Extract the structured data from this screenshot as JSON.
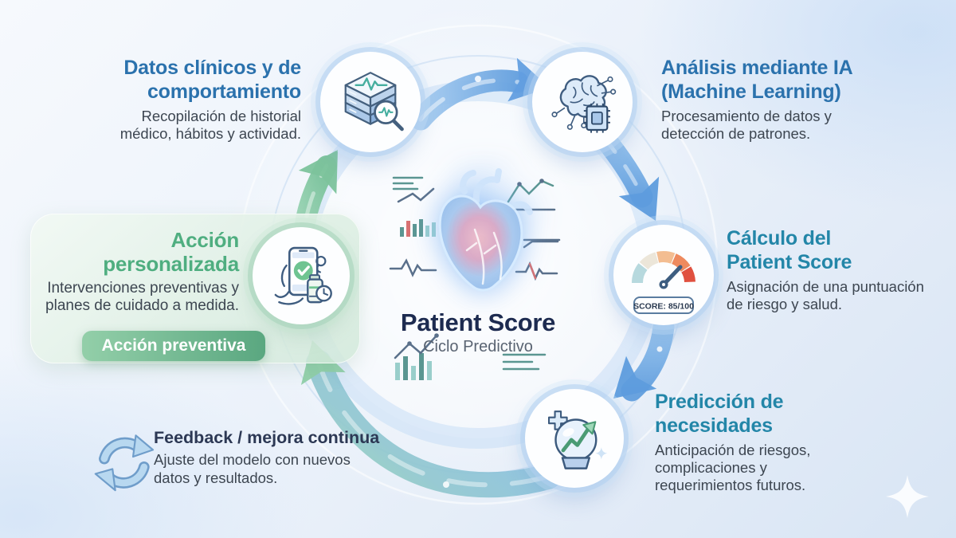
{
  "center": {
    "title": "Patient Score",
    "subtitle": "Ciclo Predictivo",
    "icon": "heart-icon"
  },
  "steps": {
    "datos": {
      "title_lines": [
        "Datos clínicos y de",
        "comportamiento"
      ],
      "desc_lines": [
        "Recopilación de historial",
        "médico, hábitos y actividad."
      ],
      "icon": "database-search-icon"
    },
    "analisis": {
      "title_lines": [
        "Análisis mediante IA",
        "(Machine Learning)"
      ],
      "desc_lines": [
        "Procesamiento de datos y",
        "detección de patrones."
      ],
      "icon": "brain-chip-icon"
    },
    "calculo": {
      "title_lines": [
        "Cálculo del",
        "Patient Score"
      ],
      "desc_lines": [
        "Asignación de una puntuación",
        "de riesgo y salud."
      ],
      "icon": "gauge-icon",
      "score_label": "SCORE: 85/100"
    },
    "prediccion": {
      "title_lines": [
        "Predicción de",
        "necesidades"
      ],
      "desc_lines": [
        "Anticipación de riesgos,",
        "complicaciones y",
        "requerimientos futuros."
      ],
      "icon": "crystal-ball-icon"
    },
    "accion": {
      "title_lines": [
        "Acción",
        "personalizada"
      ],
      "desc_lines": [
        "Intervenciones preventivas y",
        "planes de cuidado a medida."
      ],
      "badge": "Acción preventiva",
      "icon": "phone-check-icon"
    },
    "feedback": {
      "title": "Feedback / mejora continua",
      "desc_lines": [
        "Ajuste del modelo con nuevos",
        "datos y resultados."
      ],
      "icon": "refresh-cycle-icon"
    }
  },
  "colors": {
    "title_blue": "#2b72ad",
    "title_teal": "#2386a8",
    "title_green": "#4fae80",
    "navy": "#1d2b50",
    "body_text": "#3d4651",
    "badge_green": "#5aa780",
    "arrow_blue": "#639fe0",
    "arrow_green": "#7cc39c"
  },
  "decorations": {
    "corner": "sparkle-icon"
  }
}
